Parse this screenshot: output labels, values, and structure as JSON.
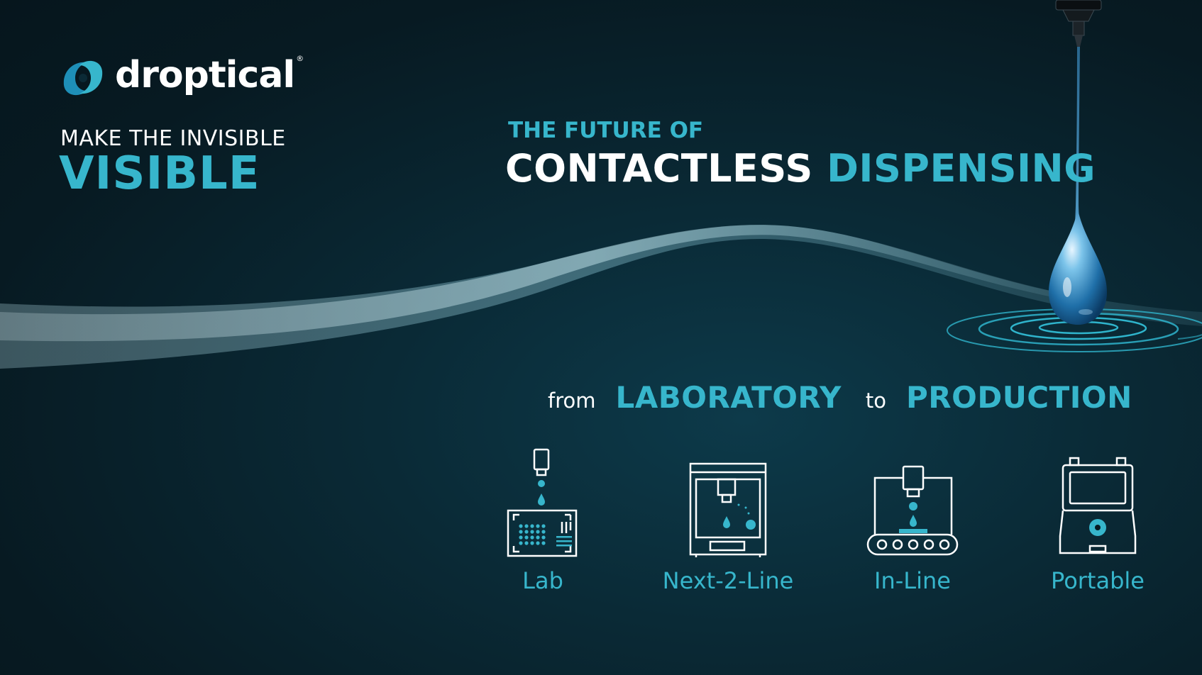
{
  "brand": {
    "name": "droptical",
    "registered": "®",
    "accent_color": "#37b6cc"
  },
  "tagline": {
    "line1": "MAKE THE INVISIBLE",
    "line2": "VISIBLE"
  },
  "headline": {
    "kicker": "THE FUTURE OF",
    "word1": "CONTACTLESS",
    "word2": "DISPENSING"
  },
  "subline": {
    "from": "from",
    "start": "LABORATORY",
    "to": "to",
    "end": "PRODUCTION"
  },
  "products": [
    {
      "label": "Lab",
      "icon": "lab-dispenser-icon"
    },
    {
      "label": "Next-2-Line",
      "icon": "benchtop-cabinet-icon"
    },
    {
      "label": "In-Line",
      "icon": "conveyor-line-icon"
    },
    {
      "label": "Portable",
      "icon": "portable-case-icon"
    }
  ]
}
